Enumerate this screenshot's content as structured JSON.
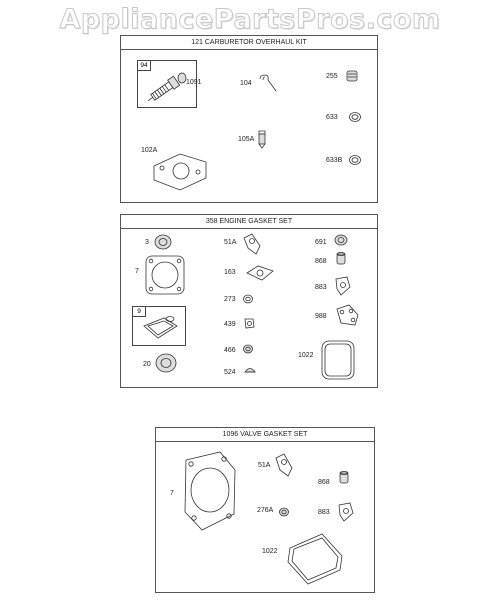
{
  "watermark": "AppliancePartsPros.com",
  "kits": [
    {
      "title": "121 CARBURETOR OVERHAUL KIT",
      "labels": [
        "94",
        "1091",
        "104",
        "255",
        "633",
        "105A",
        "102A",
        "633B"
      ]
    },
    {
      "title": "358 ENGINE GASKET SET",
      "labels": [
        "3",
        "51A",
        "691",
        "868",
        "7",
        "163",
        "883",
        "273",
        "9",
        "439",
        "988",
        "466",
        "1022",
        "20",
        "524"
      ]
    },
    {
      "title": "1096 VALVE GASKET SET",
      "labels": [
        "51A",
        "868",
        "7",
        "276A",
        "883",
        "1022"
      ]
    }
  ]
}
